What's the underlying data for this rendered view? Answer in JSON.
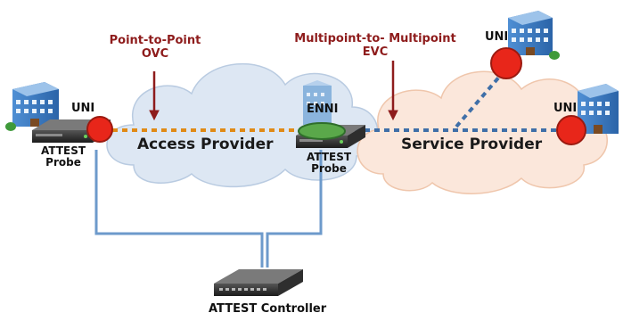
{
  "labels": {
    "p2p_line1": "Point-to-Point",
    "p2p_line2": "OVC",
    "mp_line1": "Multipoint-to- Multipoint",
    "mp_line2": "EVC",
    "uni_left": "UNI",
    "uni_top_right": "UNI",
    "uni_right": "UNI",
    "enni": "ENNI",
    "access_provider": "Access Provider",
    "service_provider": "Service Provider",
    "probe_left_line1": "ATTEST",
    "probe_left_line2": "Probe",
    "probe_mid_line1": "ATTEST",
    "probe_mid_line2": "Probe",
    "controller": "ATTEST Controller"
  },
  "colors": {
    "cloud_left": "#dde7f3",
    "cloud_right": "#fbe7db",
    "orange_link": "#e08a16",
    "blue_link": "#3f6fa8",
    "wire": "#6d9acb",
    "uni_red": "#e8261a",
    "enni_green": "#5aa84a",
    "label_red": "#8e1c1c"
  },
  "icons": [
    "building-icon",
    "probe-device-icon",
    "controller-device-icon",
    "arrow-down-icon",
    "cloud-icon"
  ]
}
